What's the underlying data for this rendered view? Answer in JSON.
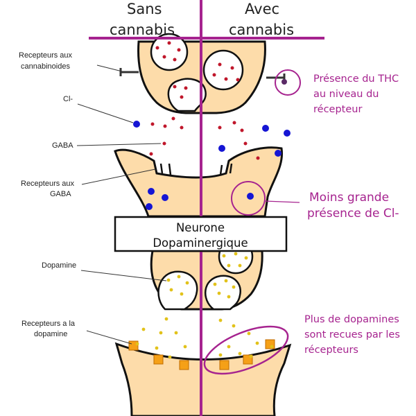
{
  "header": {
    "left_line1": "Sans",
    "left_line2": "cannabis",
    "right_line1": "Avec",
    "right_line2": "cannabis"
  },
  "left_labels": {
    "cannabinoid_line1": "Recepteurs aux",
    "cannabinoid_line2": "cannabinoides",
    "chloride": "Cl-",
    "gaba": "GABA",
    "gaba_receptor_line1": "Recepteurs aux",
    "gaba_receptor_line2": "GABA",
    "dopamine": "Dopamine",
    "dopamine_receptor_line1": "Recepteurs a la",
    "dopamine_receptor_line2": "dopamine"
  },
  "center_box": {
    "line1": "Neurone",
    "line2": "Dopaminergique"
  },
  "annotations": {
    "thc_line1": "Présence du THC",
    "thc_line2": "au niveau du",
    "thc_line3": "récepteur",
    "chloride_line1": "Moins  grande",
    "chloride_line2": "présence de Cl-",
    "dopamine_line1": "Plus de dopamines",
    "dopamine_line2": "sont recues par les",
    "dopamine_line3": "récepteurs"
  },
  "colors": {
    "neuron": "#fddcaa",
    "divider": "#a6238f",
    "annotation": "#a6238f",
    "gaba": "#c0172b",
    "chloride": "#1515d4",
    "dopamine": "#e2c21a",
    "dopamine_receptor": "#f5a017"
  }
}
